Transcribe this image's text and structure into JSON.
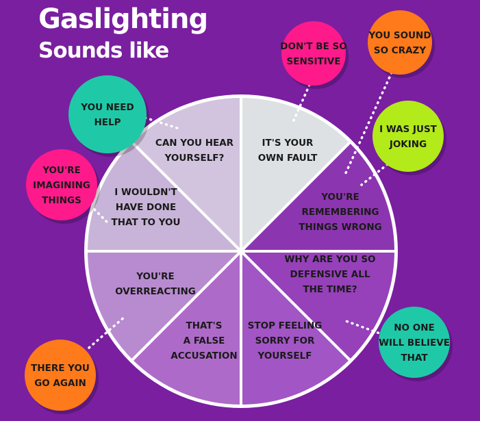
{
  "header": {
    "title": "Gaslighting",
    "subtitle": "Sounds like"
  },
  "colors": {
    "background": "#7a1fa0",
    "pink": "#ff1a8c",
    "orange": "#ff7a1a",
    "lime": "#b3ea1a",
    "teal": "#1fc9a8",
    "wedge_light": "#dde1e3",
    "wedge_purple": "#8c35b0",
    "wedge_purple_mid": "#9e4ec0",
    "wedge_lavender": "#c8b4d8"
  },
  "wheel": {
    "slices": [
      {
        "lines": [
          "CAN YOU HEAR",
          "YOURSELF?"
        ],
        "color": "#dde1e3"
      },
      {
        "lines": [
          "IT'S YOUR",
          "OWN FAULT"
        ],
        "color": "#8c35b0"
      },
      {
        "lines": [
          "YOU'RE",
          "REMEMBERING",
          "THINGS WRONG"
        ],
        "color": "#9640ba"
      },
      {
        "lines": [
          "WHY ARE YOU SO",
          "DEFENSIVE ALL",
          "THE TIME?"
        ],
        "color": "#a255c4"
      },
      {
        "lines": [
          "STOP FEELING",
          "SORRY FOR",
          "YOURSELF"
        ],
        "color": "#ae6ac9"
      },
      {
        "lines": [
          "THAT'S",
          "A FALSE",
          "ACCUSATION"
        ],
        "color": "#b88bd0"
      },
      {
        "lines": [
          "YOU'RE",
          "OVERREACTING"
        ],
        "color": "#c8b4d8"
      },
      {
        "lines": [
          "I WOULDN'T",
          "HAVE DONE",
          "THAT TO YOU"
        ],
        "color": "#d2c4de"
      }
    ]
  },
  "bubbles": [
    {
      "lines": [
        "DON'T BE SO",
        "SENSITIVE"
      ],
      "color": "#ff1a8c"
    },
    {
      "lines": [
        "YOU SOUND",
        "SO CRAZY"
      ],
      "color": "#ff7a1a"
    },
    {
      "lines": [
        "I WAS JUST",
        "JOKING"
      ],
      "color": "#b3ea1a"
    },
    {
      "lines": [
        "NO ONE",
        "WILL BELIEVE",
        "THAT"
      ],
      "color": "#1fc9a8"
    },
    {
      "lines": [
        "THERE YOU",
        "GO AGAIN"
      ],
      "color": "#ff7a1a"
    },
    {
      "lines": [
        "YOU'RE",
        "IMAGINING",
        "THINGS"
      ],
      "color": "#ff1a8c"
    },
    {
      "lines": [
        "YOU NEED",
        "HELP"
      ],
      "color": "#1fc9a8"
    }
  ]
}
